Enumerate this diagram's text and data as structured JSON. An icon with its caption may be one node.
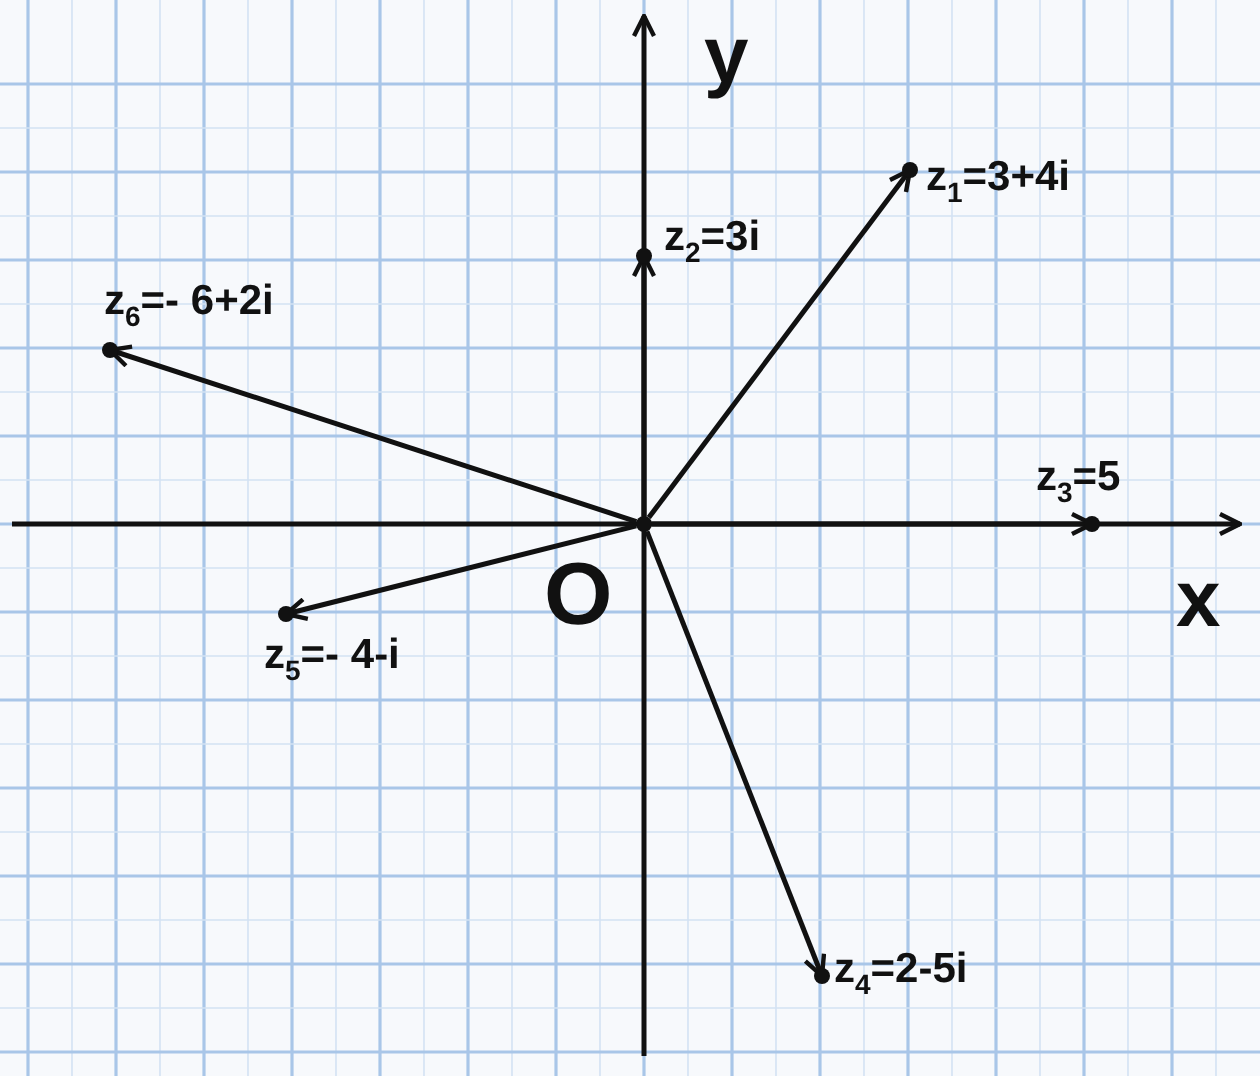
{
  "diagram": {
    "nodes": [
      {
        "text": [
          "z$_{1}$=3+4i"
        ]
      },
      {
        "text": [
          "z$_{2}$=3i"
        ]
      },
      {
        "text": [
          "z$_{3}$=5"
        ]
      },
      {
        "text": [
          "z$_{4}$=2-5i"
        ]
      },
      {
        "text": [
          "z$_{5}$=- 4-i"
        ]
      },
      {
        "text": [
          "z$_{6}$=- 6+2i"
        ]
      },
      {
        "text": [],
        "shape": "circle"
      }
    ],
    "edges": [
      {
        "from": 6,
        "to": 0,
        "arrow": "to"
      },
      {
        "from": 6,
        "to": 1,
        "arrow": "to"
      },
      {
        "from": 6,
        "to": 2,
        "arrow": "to"
      },
      {
        "from": 6,
        "to": 3,
        "arrow": "to"
      },
      {
        "from": 6,
        "to": 4,
        "arrow": "to"
      },
      {
        "from": 6,
        "to": 5,
        "arrow": "to"
      }
    ],
    "labels": [
      "y",
      "O",
      "x"
    ]
  }
}
